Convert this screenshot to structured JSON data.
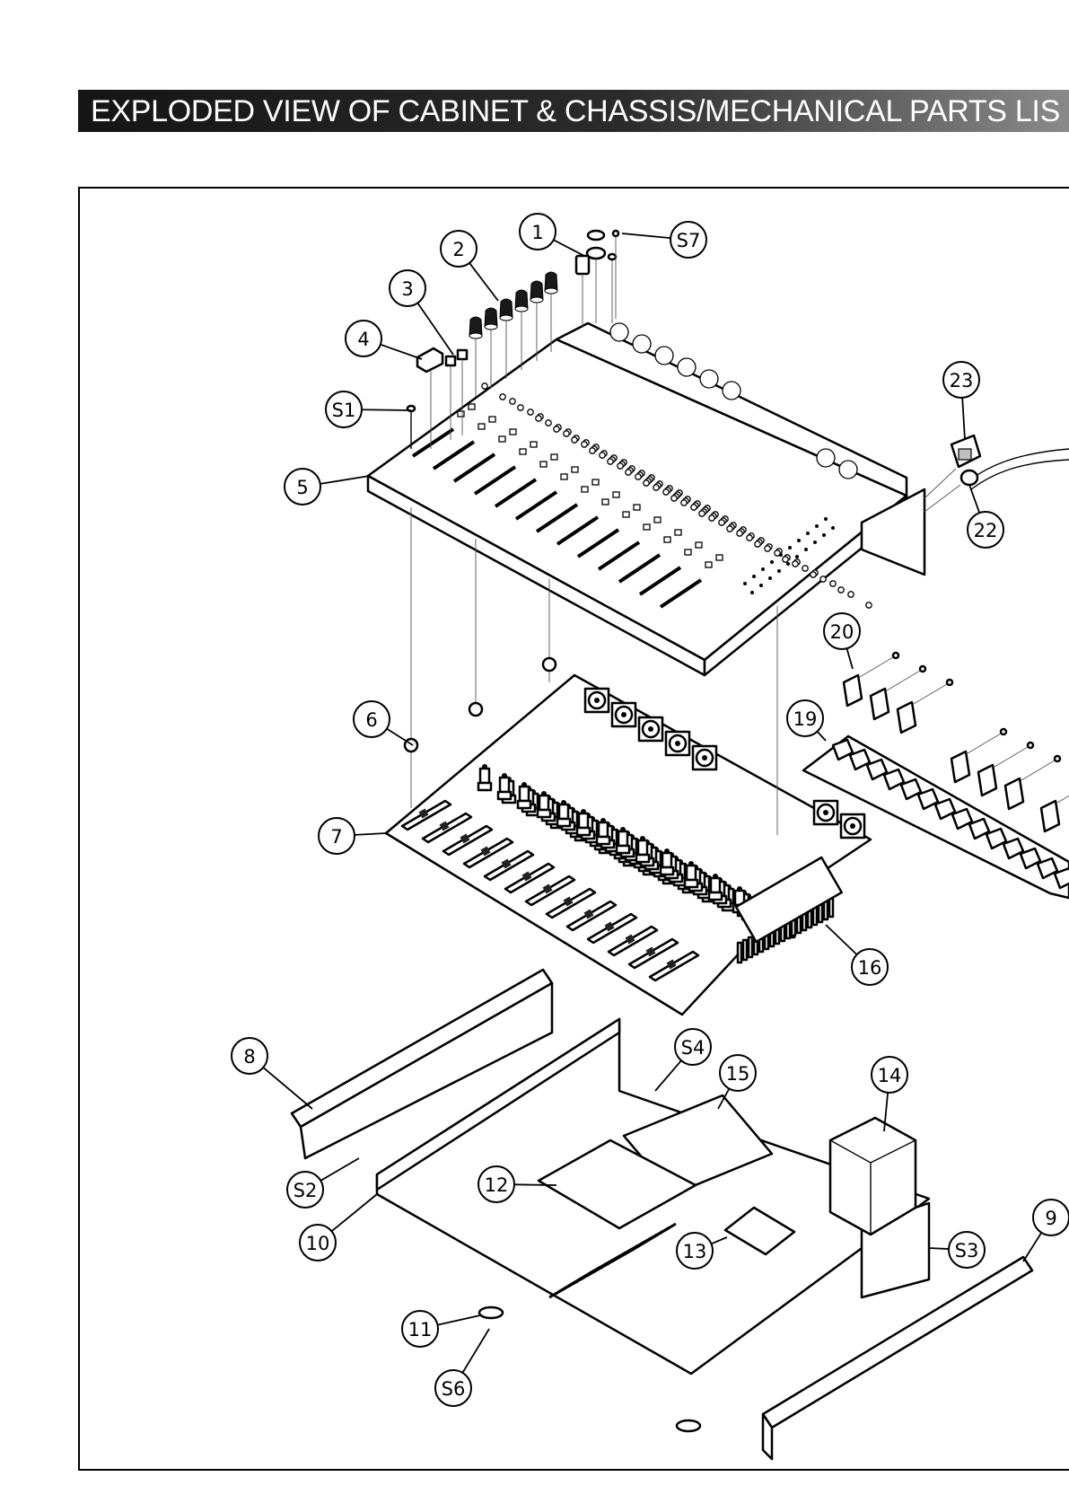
{
  "page": {
    "title": "EXPLODED VIEW OF CABINET & CHASSIS/MECHANICAL PARTS LIS"
  },
  "callouts": [
    "1",
    "2",
    "3",
    "4",
    "S1",
    "5",
    "S7",
    "23",
    "22",
    "20",
    "19",
    "6",
    "7",
    "16",
    "8",
    "S4",
    "15",
    "14",
    "S3",
    "S2",
    "12",
    "10",
    "13",
    "9",
    "11",
    "S6"
  ],
  "colors": {
    "title_bar_start": "#151515",
    "title_bar_end": "#8a8a8a",
    "title_text": "#ffffff",
    "line_art": "#000000"
  }
}
